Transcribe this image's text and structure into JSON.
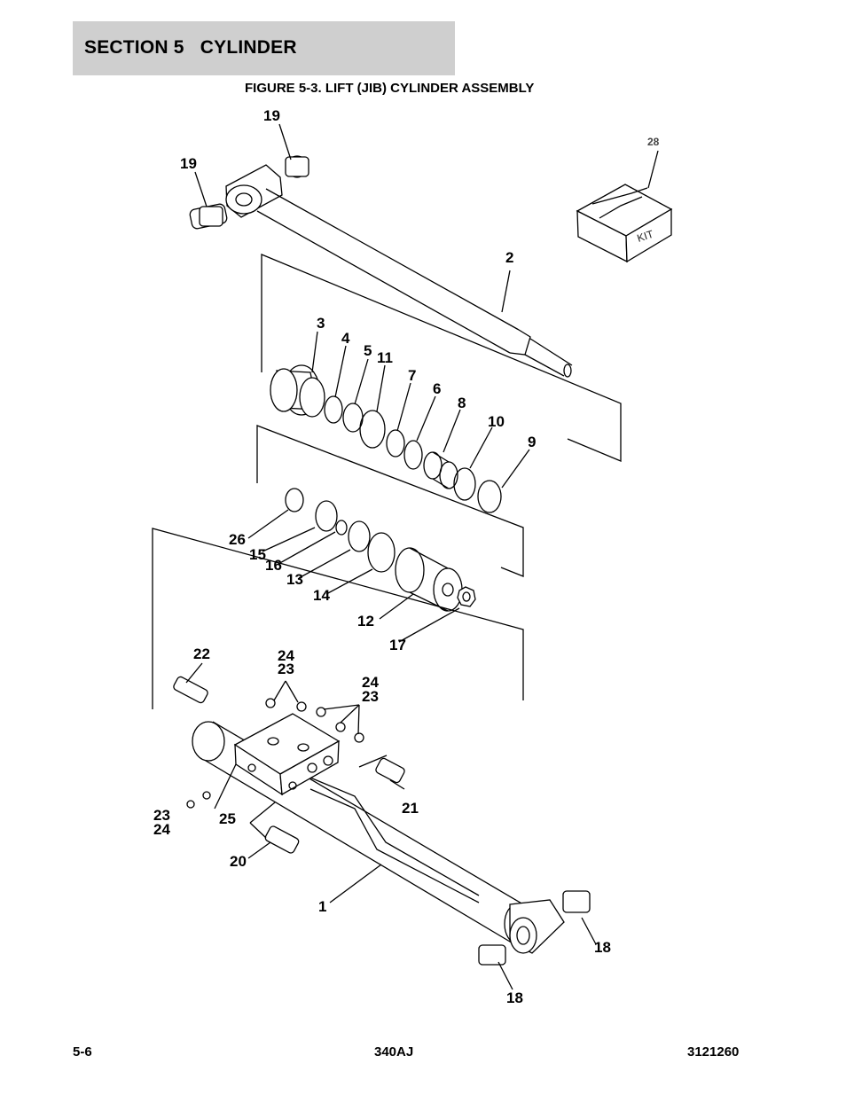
{
  "header": {
    "section_title": "SECTION 5   CYLINDER"
  },
  "figure": {
    "title": "FIGURE 5-3. LIFT (JIB) CYLINDER ASSEMBLY",
    "kit_box_label": "KIT",
    "callouts": [
      {
        "id": "c19a",
        "text": "19"
      },
      {
        "id": "c19b",
        "text": "19"
      },
      {
        "id": "c28",
        "text": "28"
      },
      {
        "id": "c2",
        "text": "2"
      },
      {
        "id": "c3",
        "text": "3"
      },
      {
        "id": "c4",
        "text": "4"
      },
      {
        "id": "c5",
        "text": "5"
      },
      {
        "id": "c11",
        "text": "11"
      },
      {
        "id": "c7",
        "text": "7"
      },
      {
        "id": "c6",
        "text": "6"
      },
      {
        "id": "c8",
        "text": "8"
      },
      {
        "id": "c10",
        "text": "10"
      },
      {
        "id": "c9",
        "text": "9"
      },
      {
        "id": "c26",
        "text": "26"
      },
      {
        "id": "c15",
        "text": "15"
      },
      {
        "id": "c16",
        "text": "16"
      },
      {
        "id": "c13",
        "text": "13"
      },
      {
        "id": "c14",
        "text": "14"
      },
      {
        "id": "c12",
        "text": "12"
      },
      {
        "id": "c17",
        "text": "17"
      },
      {
        "id": "c22",
        "text": "22"
      },
      {
        "id": "c24a",
        "text": "24"
      },
      {
        "id": "c23a",
        "text": "23"
      },
      {
        "id": "c24b",
        "text": "24"
      },
      {
        "id": "c23b",
        "text": "23"
      },
      {
        "id": "c21",
        "text": "21"
      },
      {
        "id": "c23c",
        "text": "23"
      },
      {
        "id": "c24c",
        "text": "24"
      },
      {
        "id": "c25",
        "text": "25"
      },
      {
        "id": "c20",
        "text": "20"
      },
      {
        "id": "c1",
        "text": "1"
      },
      {
        "id": "c18a",
        "text": "18"
      },
      {
        "id": "c18b",
        "text": "18"
      }
    ]
  },
  "footer": {
    "page_number": "5-6",
    "model": "340AJ",
    "doc_number": "3121260"
  }
}
